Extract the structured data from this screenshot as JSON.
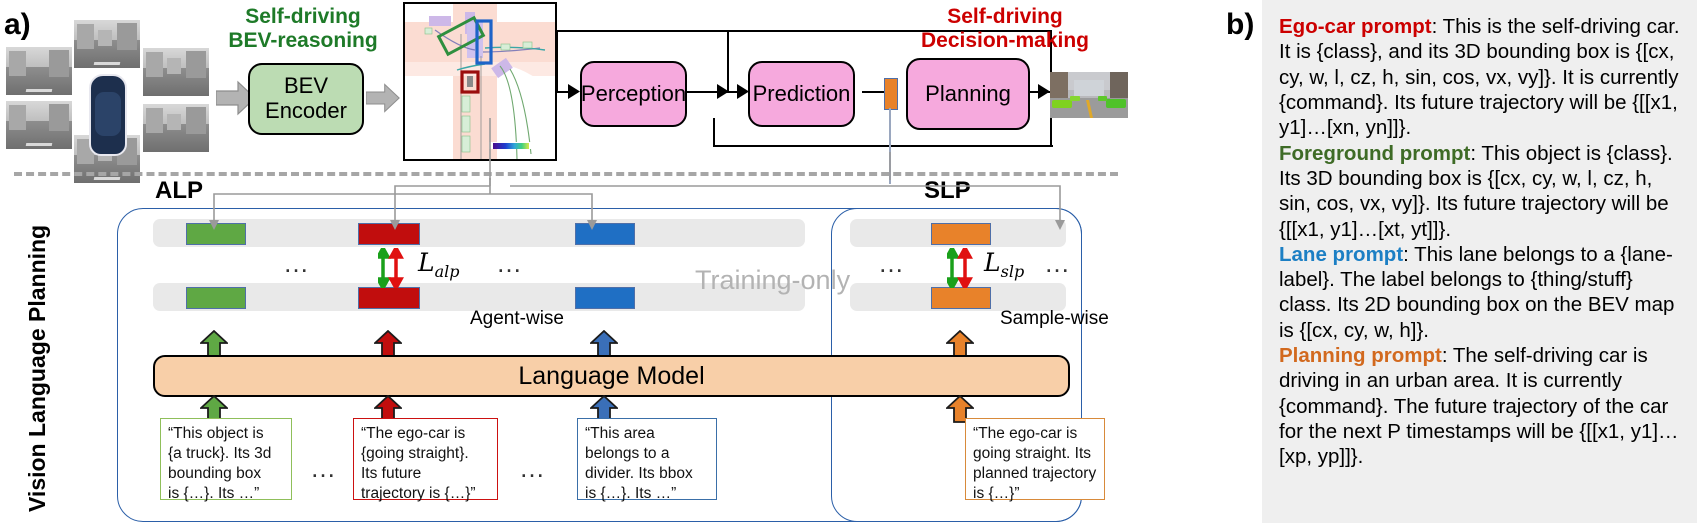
{
  "panel_a": {
    "label": "a)",
    "headers": {
      "bev_reasoning": [
        "Self-driving",
        "BEV-reasoning"
      ],
      "decision_making": [
        "Self-driving",
        "Decision-making"
      ]
    },
    "boxes": {
      "bev_encoder": [
        "BEV",
        "Encoder"
      ],
      "perception": "Perception",
      "prediction": "Prediction",
      "planning": "Planning"
    },
    "icons": {
      "multi_camera_ring": "surround-camera-images",
      "ego_car": "ego-car-topdown-icon",
      "bev_map": "bev-map-thumbnail",
      "driving_result": "driving-scene-result-thumbnail",
      "thick_arrow": "thick-right-arrow-icon"
    }
  },
  "panel_bottom": {
    "side_label": "Vision Language Planning",
    "alp": {
      "title": "ALP",
      "loss": "L",
      "loss_sub": "alp",
      "tag": "Agent-wise",
      "dots": "…",
      "prompts": [
        {
          "color": "green",
          "lines": [
            "“This object is",
            "{a truck}. Its 3d",
            "bounding box",
            "is {…}. Its …”"
          ]
        },
        {
          "color": "red",
          "lines": [
            "“The ego-car is",
            "{going straight}.",
            "Its future",
            "trajectory is {…}”"
          ]
        },
        {
          "color": "blue",
          "lines": [
            "“This area",
            "belongs to a",
            "divider. Its bbox",
            "is {…}. Its …”"
          ]
        }
      ]
    },
    "training_only": "Training-only",
    "slp": {
      "title": "SLP",
      "loss": "L",
      "loss_sub": "slp",
      "tag": "Sample-wise",
      "dots": "…",
      "prompt": {
        "color": "orange",
        "lines": [
          "“The ego-car is",
          "going straight. Its",
          "planned trajectory",
          "is {…}”"
        ]
      }
    },
    "language_model": "Language Model"
  },
  "panel_b": {
    "label": "b)",
    "prompts": [
      {
        "name": "Ego-car prompt",
        "color": "red",
        "body": ": This is the self-driving car. It is {class}, and its 3D bounding box is {[cx, cy, w, l, cz, h, sin, cos, vx, vy]}. It is currently {command}. Its future trajectory will be {[[x1, y1]…[xn, yn]]}."
      },
      {
        "name": "Foreground prompt",
        "color": "green",
        "body": ": This object is {class}. Its 3D bounding box is {[cx, cy, w, l, cz, h, sin, cos, vx, vy]}. Its future trajectory will be {[[x1, y1]…[xt, yt]]}."
      },
      {
        "name": "Lane prompt",
        "color": "blue",
        "body": ": This lane belongs to a {lane-label}. The label belongs to {thing/stuff} class. Its 2D bounding box on the BEV map is {[cx, cy, w, h]}."
      },
      {
        "name": "Planning prompt",
        "color": "orange",
        "body": ": The self-driving car is driving in an urban area. It is currently {command}. The future trajectory of the car for the next P timestamps will be {[[x1, y1]…[xp, yp]]}."
      }
    ]
  },
  "colors": {
    "green_header": "#1e7a28",
    "red_header": "#cc0000",
    "bev_box": "#bcdcb3",
    "pipeline_box": "#f6a9dd",
    "language_model": "#f8cfa8",
    "token_green": "#5fa844",
    "token_red": "#c10d0d",
    "token_blue": "#1f6fc4",
    "token_orange": "#e8822a",
    "panel_b_bg": "#efefef"
  }
}
